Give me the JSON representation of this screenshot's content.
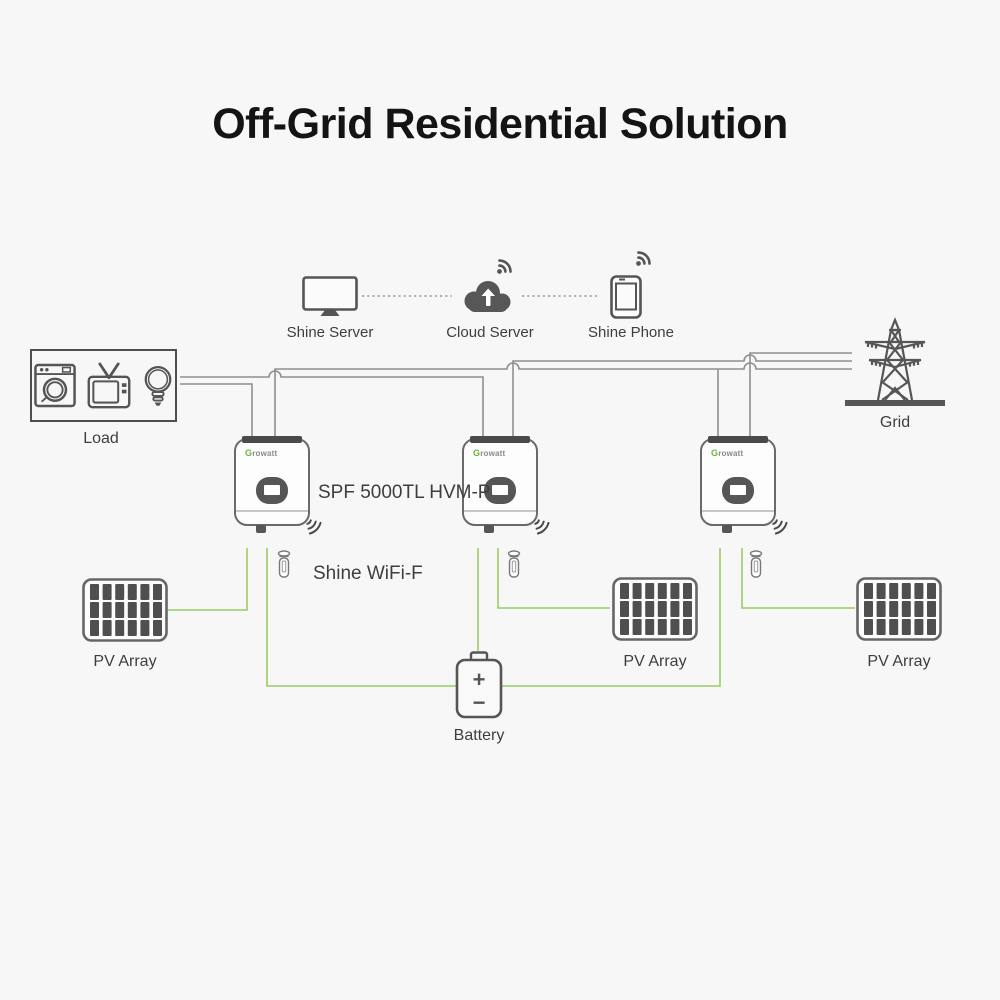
{
  "title": "Off-Grid Residential Solution",
  "monitoring": {
    "shine_server_label": "Shine Server",
    "cloud_server_label": "Cloud Server",
    "shine_phone_label": "Shine Phone"
  },
  "system": {
    "load_label": "Load",
    "grid_label": "Grid",
    "inverter_model_label": "SPF 5000TL HVM-P",
    "wifi_module_label": "Shine WiFi-F",
    "pv_array_label": "PV Array",
    "battery_label": "Battery",
    "battery_plus": "+",
    "battery_minus": "−",
    "brand_g": "G",
    "brand_rest": "rowatt"
  },
  "colors": {
    "background": "#f7f7f7",
    "wire_gray": "#8f8f8f",
    "wire_green": "#9ccc65",
    "icon_dark": "#555555",
    "brand_green": "#6db33f",
    "label_text": "#3e3e3e",
    "title_text": "#141414"
  }
}
